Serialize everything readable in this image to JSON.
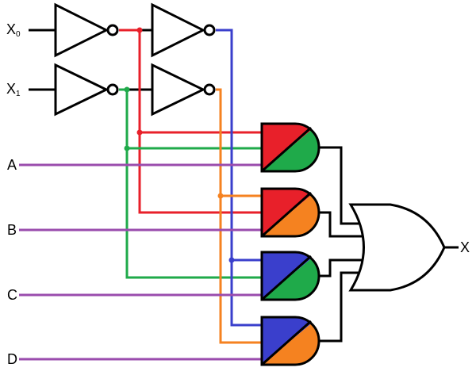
{
  "labels": {
    "x0": "X",
    "x0_sub": "0",
    "x1": "X",
    "x1_sub": "1",
    "a": "A",
    "b": "B",
    "c": "C",
    "d": "D",
    "out": "X"
  },
  "colors": {
    "red": "#e8202a",
    "green": "#1faa4a",
    "blue": "#3a3fcc",
    "orange": "#f58220",
    "purple": "#9a4cad",
    "wire": "#000000"
  }
}
